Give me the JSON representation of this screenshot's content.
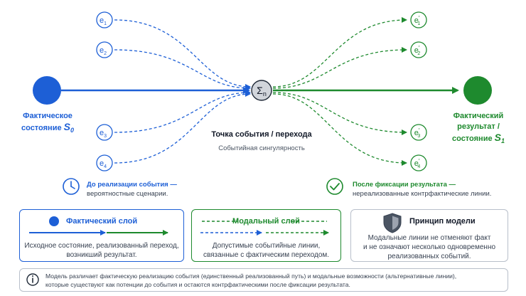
{
  "nodes": {
    "source_label_line1": "Фактическое",
    "source_label_line2": "состояние",
    "source_symbol": "S",
    "source_sub": "0",
    "target_label_line1": "Фактический",
    "target_label_line2": "результат /",
    "target_label_line3": "состояние",
    "target_symbol": "S",
    "target_sub": "1",
    "center_symbol": "Σ",
    "center_sub": "n",
    "center_title": "Точка события / перехода",
    "center_subtitle": "Событийная сингулярность"
  },
  "left_events": [
    {
      "base": "e",
      "sub": "1"
    },
    {
      "base": "e",
      "sub": "2"
    },
    {
      "base": "e",
      "sub": "3"
    },
    {
      "base": "e",
      "sub": "4"
    }
  ],
  "right_events": [
    {
      "base": "e",
      "sup": "′",
      "sub": "1"
    },
    {
      "base": "e",
      "sup": "′",
      "sub": "2"
    },
    {
      "base": "e",
      "sup": "′",
      "sub": "3"
    },
    {
      "base": "e",
      "sup": "′",
      "sub": "4"
    }
  ],
  "before_note": {
    "title": "До реализации события —",
    "text": "вероятностные сценарии."
  },
  "after_note": {
    "title": "После фиксации результата —",
    "text": "нереализованные контрфактические линии."
  },
  "cards": {
    "factual": {
      "title": "Фактический слой",
      "line1": "Исходное состояние, реализованный переход,",
      "line2": "возникший результат."
    },
    "modal": {
      "title": "Модальный слой",
      "line1": "Допустимые событийные линии,",
      "line2": "связанные с фактическим переходом."
    },
    "principle": {
      "title": "Принцип модели",
      "line1": "Модальные линии не отменяют факт",
      "line2": "и не означают несколько одновременно",
      "line3": "реализованных событий."
    }
  },
  "footer": {
    "line1": "Модель различает фактическую реализацию события (единственный реализованный путь) и модальные возможности (альтернативные линии),",
    "line2": "которые существуют как потенции до события и остаются контрфактическими после фиксации результата."
  },
  "colors": {
    "blue": "#1d5fd6",
    "green": "#1e8a2e",
    "center_fill": "#d1d5db",
    "border_gray": "#b8bfca"
  },
  "icons": {
    "before": "clock-icon",
    "after": "check-circle-icon",
    "principle": "shield-icon",
    "footer": "info-icon"
  }
}
